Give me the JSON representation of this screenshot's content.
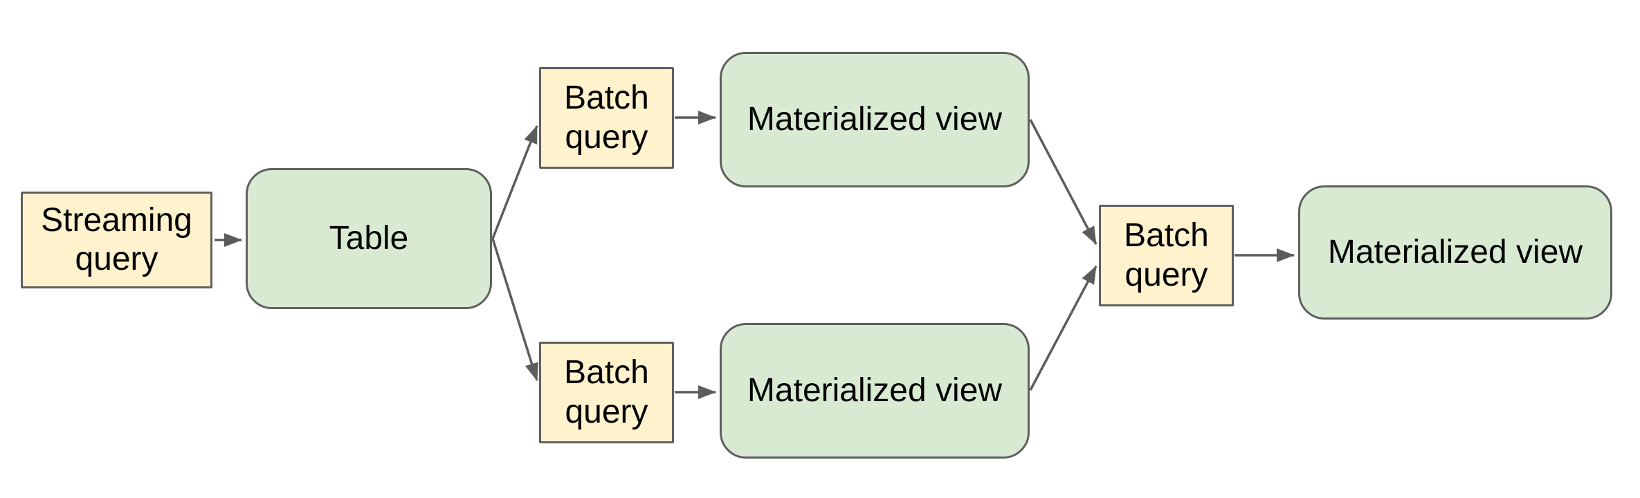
{
  "diagram": {
    "background": "#ffffff",
    "colors": {
      "query_fill": "#fff2cc",
      "entity_fill": "#d9ead3",
      "border": "#5f5f5f",
      "arrow": "#5c5c5c",
      "text": "#000000"
    },
    "nodes": [
      {
        "id": "streaming-query",
        "label": "Streaming query",
        "shape": "rectangle",
        "fill": "#fff2cc"
      },
      {
        "id": "table",
        "label": "Table",
        "shape": "rounded-rectangle",
        "fill": "#d9ead3"
      },
      {
        "id": "batch-query-top",
        "label": "Batch query",
        "shape": "rectangle",
        "fill": "#fff2cc"
      },
      {
        "id": "materialized-view-top",
        "label": "Materialized view",
        "shape": "rounded-rectangle",
        "fill": "#d9ead3"
      },
      {
        "id": "batch-query-bottom",
        "label": "Batch query",
        "shape": "rectangle",
        "fill": "#fff2cc"
      },
      {
        "id": "materialized-view-bottom",
        "label": "Materialized view",
        "shape": "rounded-rectangle",
        "fill": "#d9ead3"
      },
      {
        "id": "batch-query-right",
        "label": "Batch query",
        "shape": "rectangle",
        "fill": "#fff2cc"
      },
      {
        "id": "materialized-view-right",
        "label": "Materialized view",
        "shape": "rounded-rectangle",
        "fill": "#d9ead3"
      }
    ],
    "edges": [
      {
        "from": "streaming-query",
        "to": "table"
      },
      {
        "from": "table",
        "to": "batch-query-top"
      },
      {
        "from": "table",
        "to": "batch-query-bottom"
      },
      {
        "from": "batch-query-top",
        "to": "materialized-view-top"
      },
      {
        "from": "batch-query-bottom",
        "to": "materialized-view-bottom"
      },
      {
        "from": "materialized-view-top",
        "to": "batch-query-right"
      },
      {
        "from": "materialized-view-bottom",
        "to": "batch-query-right"
      },
      {
        "from": "batch-query-right",
        "to": "materialized-view-right"
      }
    ]
  }
}
